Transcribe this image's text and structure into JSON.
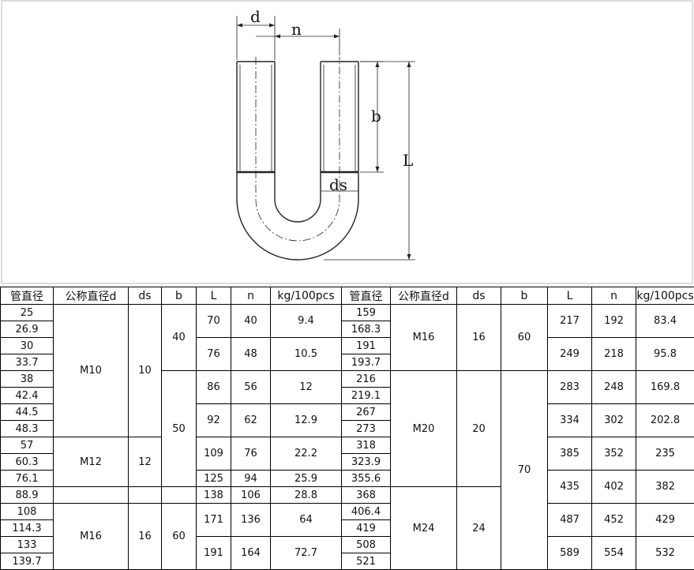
{
  "drawing": {
    "labels": {
      "d": "d",
      "n": "n",
      "b": "b",
      "L": "L",
      "ds": "ds"
    }
  },
  "table": {
    "headers": [
      "管直径",
      "公称直径d",
      "ds",
      "b",
      "L",
      "n",
      "kg/100pcs",
      "管直径",
      "公称直径d",
      "ds",
      "b",
      "L",
      "n",
      "kg/100pcs"
    ],
    "left": {
      "pipe_diameters": [
        "25",
        "26.9",
        "30",
        "33.7",
        "38",
        "42.4",
        "44.5",
        "48.3",
        "57",
        "60.3",
        "76.1",
        "88.9",
        "108",
        "114.3",
        "133",
        "139.7"
      ],
      "groups": [
        {
          "pipe_rows": [
            0,
            1
          ],
          "L": "70",
          "n": "40",
          "kg": "9.4"
        },
        {
          "pipe_rows": [
            2,
            3
          ],
          "L": "76",
          "n": "48",
          "kg": "10.5"
        },
        {
          "pipe_rows": [
            4,
            5
          ],
          "L": "86",
          "n": "56",
          "kg": "12"
        },
        {
          "pipe_rows": [
            6,
            7
          ],
          "L": "92",
          "n": "62",
          "kg": "12.9"
        },
        {
          "pipe_rows": [
            8,
            9
          ],
          "L": "109",
          "n": "76",
          "kg": "22.2"
        },
        {
          "pipe_rows": [
            10
          ],
          "L": "125",
          "n": "94",
          "kg": "25.9"
        },
        {
          "pipe_rows": [
            11
          ],
          "L": "138",
          "n": "106",
          "kg": "28.8"
        },
        {
          "pipe_rows": [
            12,
            13
          ],
          "L": "171",
          "n": "136",
          "kg": "64"
        },
        {
          "pipe_rows": [
            14,
            15
          ],
          "L": "191",
          "n": "164",
          "kg": "72.7"
        }
      ],
      "thread": [
        {
          "rows": [
            0,
            7
          ],
          "d": "M10",
          "ds": "10"
        },
        {
          "rows": [
            8,
            10
          ],
          "d": "M12",
          "ds": "12"
        },
        {
          "rows": [
            11,
            11
          ],
          "d": "",
          "ds": ""
        },
        {
          "rows": [
            12,
            15
          ],
          "d": "M16",
          "ds": "16"
        }
      ],
      "b": [
        {
          "rows": [
            0,
            3
          ],
          "value": "40"
        },
        {
          "rows": [
            4,
            10
          ],
          "value": "50"
        },
        {
          "rows": [
            11,
            11
          ],
          "value": ""
        },
        {
          "rows": [
            12,
            15
          ],
          "value": "60"
        }
      ]
    },
    "right": {
      "pipe_diameters": [
        "159",
        "168.3",
        "191",
        "193.7",
        "216",
        "219.1",
        "267",
        "273",
        "318",
        "323.9",
        "355.6",
        "368",
        "406.4",
        "419",
        "508",
        "521"
      ],
      "groups": [
        {
          "pipe_rows": [
            0,
            1
          ],
          "L": "217",
          "n": "192",
          "kg": "83.4"
        },
        {
          "pipe_rows": [
            2,
            3
          ],
          "L": "249",
          "n": "218",
          "kg": "95.8"
        },
        {
          "pipe_rows": [
            4,
            5
          ],
          "L": "283",
          "n": "248",
          "kg": "169.8"
        },
        {
          "pipe_rows": [
            6,
            7
          ],
          "L": "334",
          "n": "302",
          "kg": "202.8"
        },
        {
          "pipe_rows": [
            8,
            9
          ],
          "L": "385",
          "n": "352",
          "kg": "235"
        },
        {
          "pipe_rows": [
            10,
            11
          ],
          "L": "435",
          "n": "402",
          "kg": "382"
        },
        {
          "pipe_rows": [
            12,
            13
          ],
          "L": "487",
          "n": "452",
          "kg": "429"
        },
        {
          "pipe_rows": [
            14,
            15
          ],
          "L": "589",
          "n": "554",
          "kg": "532"
        }
      ],
      "thread": [
        {
          "rows": [
            0,
            3
          ],
          "d": "M16",
          "ds": "16"
        },
        {
          "rows": [
            4,
            10
          ],
          "d": "M20",
          "ds": "20"
        },
        {
          "rows": [
            11,
            15
          ],
          "d": "M24",
          "ds": "24"
        }
      ],
      "b": [
        {
          "rows": [
            0,
            3
          ],
          "value": "60"
        },
        {
          "rows": [
            4,
            15
          ],
          "value": "70"
        }
      ]
    }
  }
}
